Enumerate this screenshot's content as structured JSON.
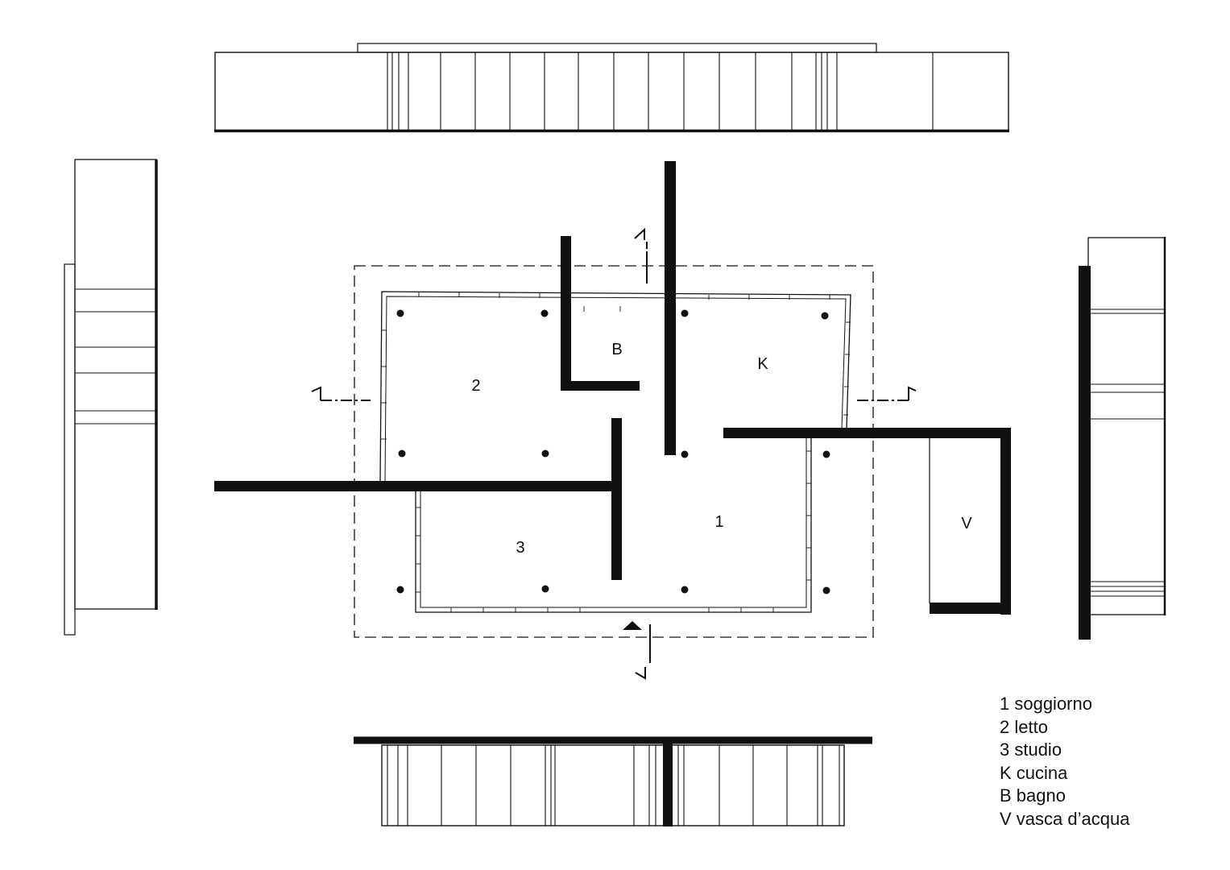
{
  "rooms": {
    "soggiorno": "1",
    "letto": "2",
    "studio": "3",
    "cucina": "K",
    "bagno": "B",
    "vasca": "V"
  },
  "legend": [
    "1 soggiorno",
    "2 letto",
    "3 studio",
    "K cucina",
    "B bagno",
    "V vasca d’acqua"
  ],
  "colors": {
    "ink": "#111111",
    "background": "#ffffff"
  }
}
